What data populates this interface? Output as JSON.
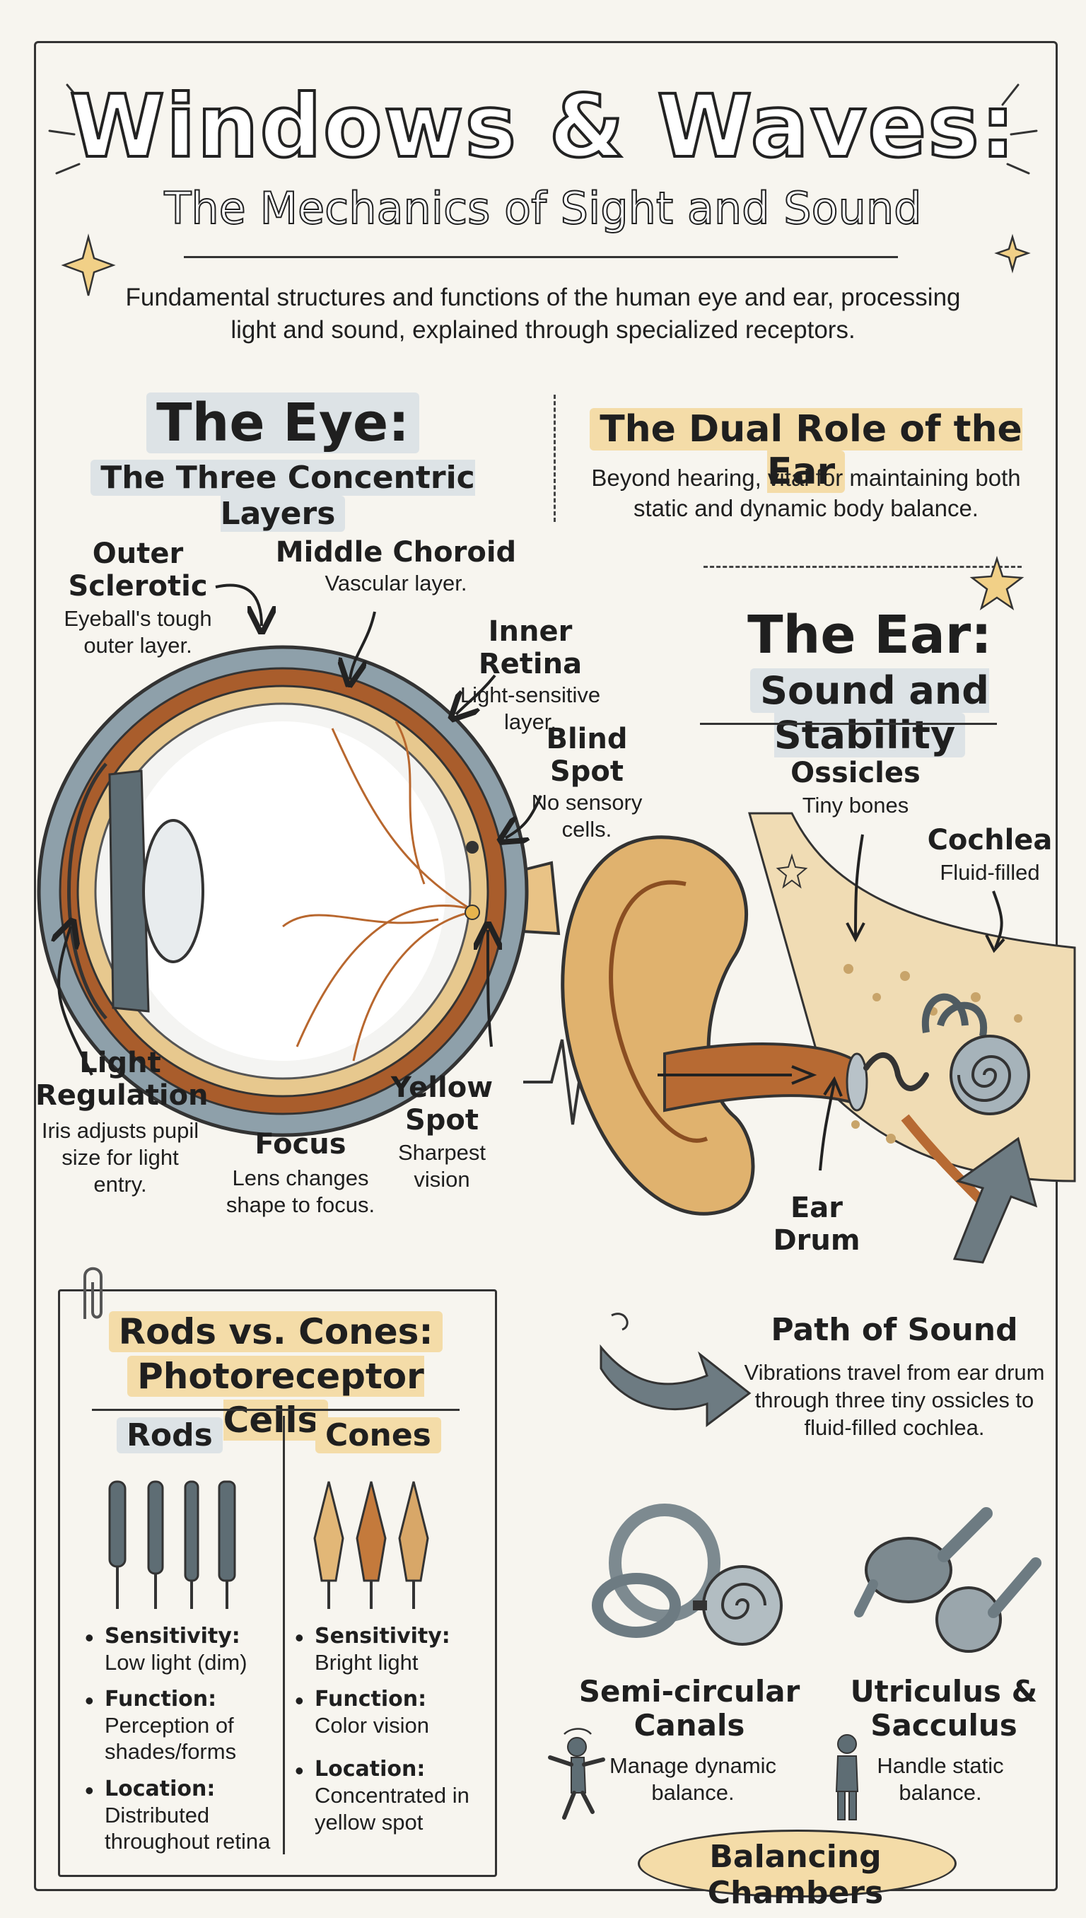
{
  "header": {
    "title": "Windows & Waves:",
    "subtitle": "The Mechanics of Sight and Sound",
    "intro": "Fundamental structures and functions of the human eye and ear, processing light and sound, explained through specialized receptors."
  },
  "eye": {
    "title": "The Eye:",
    "subtitle": "The Three Concentric Layers",
    "labels": {
      "outer": {
        "title": "Outer Sclerotic",
        "desc": "Eyeball's tough outer layer."
      },
      "middle": {
        "title": "Middle Choroid",
        "desc": "Vascular layer."
      },
      "inner": {
        "title": "Inner Retina",
        "desc": "Light-sensitive layer."
      },
      "blind": {
        "title": "Blind Spot",
        "desc": "No sensory cells."
      },
      "light": {
        "title": "Light Regulation",
        "desc": "Iris adjusts pupil size for light entry."
      },
      "focus": {
        "title": "Focus",
        "desc": "Lens changes shape to focus."
      },
      "yellow": {
        "title": "Yellow Spot",
        "desc": "Sharpest vision"
      }
    }
  },
  "dual_role": {
    "title": "The Dual Role of the Ear",
    "desc": "Beyond hearing, vital for maintaining both static and dynamic body balance."
  },
  "ear": {
    "title": "The Ear:",
    "subtitle": "Sound and Stability",
    "labels": {
      "ossicles": {
        "title": "Ossicles",
        "desc": "Tiny bones"
      },
      "cochlea": {
        "title": "Cochlea",
        "desc": "Fluid-filled"
      },
      "eardrum": {
        "title": "Ear Drum"
      }
    },
    "path": {
      "title": "Path of Sound",
      "desc": "Vibrations travel from ear drum through three tiny ossicles to fluid-filled cochlea."
    }
  },
  "photoreceptors": {
    "title_line1": "Rods vs. Cones:",
    "title_line2": "Photoreceptor Cells",
    "rods": {
      "heading": "Rods",
      "items": [
        {
          "label": "Sensitivity:",
          "value": "Low light (dim)"
        },
        {
          "label": "Function:",
          "value": "Perception of shades/forms"
        },
        {
          "label": "Location:",
          "value": "Distributed throughout retina"
        }
      ]
    },
    "cones": {
      "heading": "Cones",
      "items": [
        {
          "label": "Sensitivity:",
          "value": "Bright light"
        },
        {
          "label": "Function:",
          "value": "Color vision"
        },
        {
          "label": "Location:",
          "value": "Concentrated in yellow spot"
        }
      ]
    }
  },
  "balance": {
    "canals": {
      "title": "Semi-circular Canals",
      "desc": "Manage dynamic balance."
    },
    "utriculus": {
      "title": "Utriculus & Sacculus",
      "desc": "Handle static balance."
    },
    "chambers": "Balancing Chambers"
  }
}
